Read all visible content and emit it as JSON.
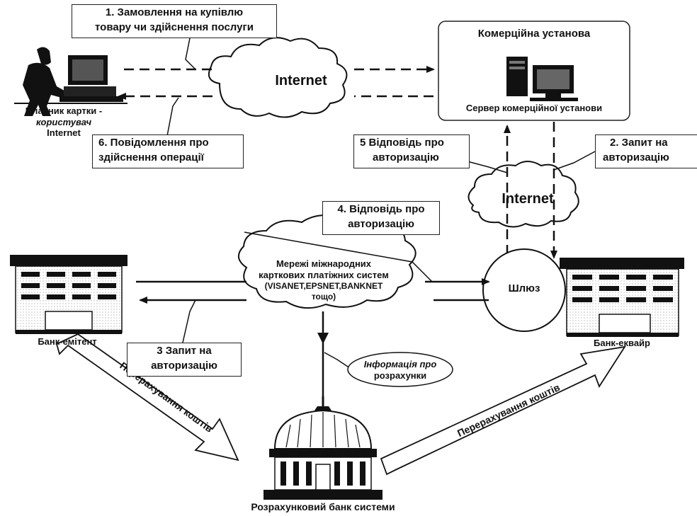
{
  "labels": {
    "step1_line1": "1. Замовлення на купівлю",
    "step1_line2": "товару чи здійснення послуги",
    "internet_top": "Internet",
    "commercial_title": "Комерційна установа",
    "commercial_server": "Сервер комерційної установи",
    "cardholder_line1": "Власник картки -",
    "cardholder_line2": "користувач",
    "cardholder_line3": "Internet",
    "step6_line1": "6. Повідомлення про",
    "step6_line2": "здійснення операції",
    "step5_line1": "5  Відповідь про",
    "step5_line2": "авторизацію",
    "step2_line1": "2. Запит на",
    "step2_line2": "авторизацію",
    "internet_mid": "Internet",
    "step4_line1": "4. Відповідь про",
    "step4_line2": "авторизацію",
    "network_line1": "Мережі міжнародних",
    "network_line2": "карткових платіжних систем",
    "network_line3": "(VISANET,EPSNET,BANKNET",
    "network_line4": "тощо)",
    "gateway": "Шлюз",
    "issuer_bank": "Банк-емітент",
    "acquirer_bank": "Банк-еквайр",
    "step3_line1": "3  Запит на",
    "step3_line2": "авторизацію",
    "settlement_info_line1": "Інформація про",
    "settlement_info_line2": "розрахунки",
    "transfer_left": "Перерахування коштів",
    "transfer_right": "Перерахування коштів",
    "settlement_bank": "Розрахунковий банк системи"
  },
  "icons": [
    "user-at-computer-icon",
    "server-computer-icon",
    "bank-building-icon",
    "central-bank-dome-icon",
    "cloud-icon"
  ],
  "colors": {
    "ink": "#111111",
    "paper": "#ffffff"
  }
}
